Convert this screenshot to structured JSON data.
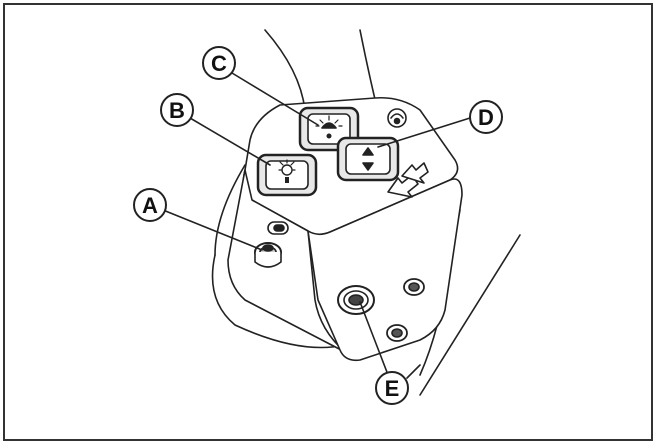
{
  "callouts": {
    "a": "A",
    "b": "B",
    "c": "C",
    "d": "D",
    "e": "E"
  },
  "colors": {
    "line": "#222222",
    "fill": "#ffffff",
    "button_fill": "#e8e8e8"
  }
}
